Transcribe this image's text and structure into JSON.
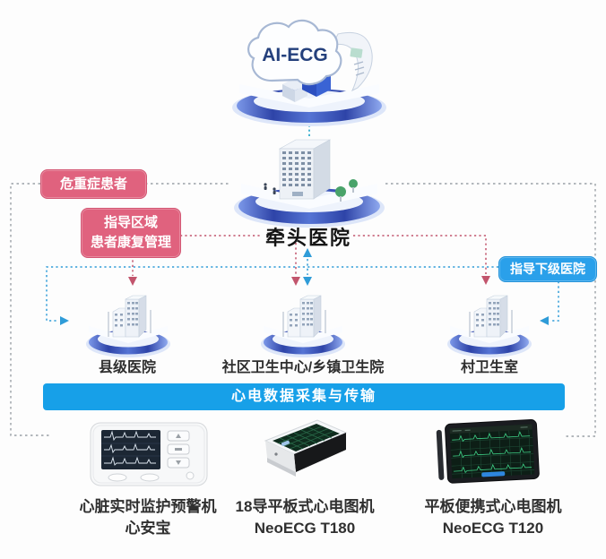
{
  "cloud": {
    "label": "AI-ECG"
  },
  "lead_hospital": {
    "label": "牵头医院"
  },
  "badges": {
    "critical": "危重症患者",
    "rehab_line1": "指导区域",
    "rehab_line2": "患者康复管理",
    "guide_lower": "指导下级医院"
  },
  "hospitals": [
    {
      "label": "县级医院"
    },
    {
      "label": "社区卫生中心/乡镇卫生院"
    },
    {
      "label": "村卫生室"
    }
  ],
  "banner": {
    "label": "心电数据采集与传输"
  },
  "devices": [
    {
      "line1": "心脏实时监护预警机",
      "line2": "心安宝",
      "icon": "handheld-ecg-monitor-icon"
    },
    {
      "line1": "18导平板式心电图机",
      "line2": "NeoECG T180",
      "icon": "desktop-ecg-machine-icon"
    },
    {
      "line1": "平板便携式心电图机",
      "line2": "NeoECG T120",
      "icon": "tablet-ecg-machine-icon"
    }
  ],
  "colors": {
    "banner_blue": "#17a0e8",
    "badge_pink": "#e0627e",
    "badge_blue": "#2aa0ea",
    "arrow_red": "#c2556d",
    "arrow_blue": "#2f9cd8",
    "arrow_teal": "#18a3c8",
    "line_gray": "#9aa0a6",
    "platform_navy": "#2e44a8"
  }
}
